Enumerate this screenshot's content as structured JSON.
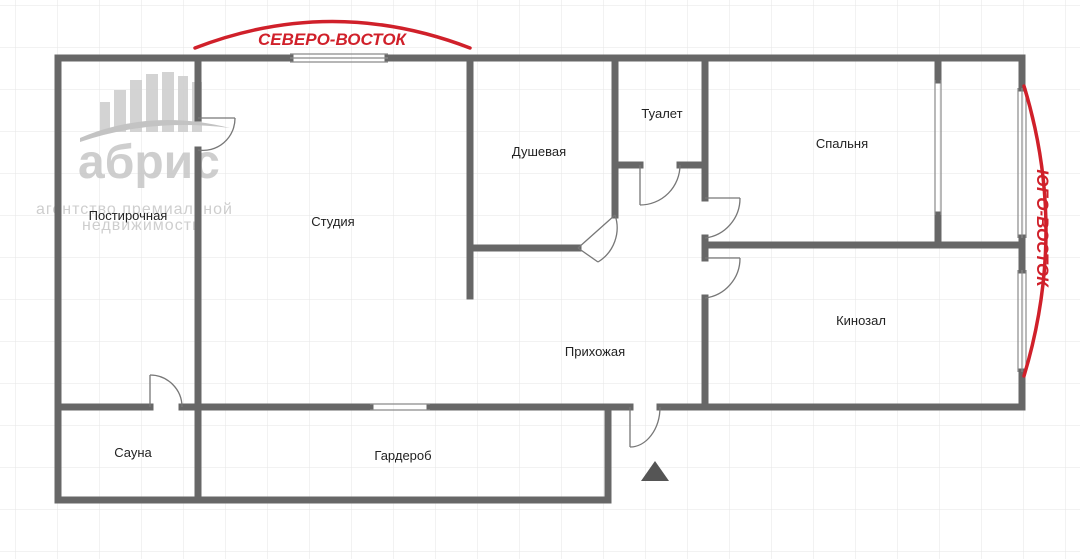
{
  "colors": {
    "wall": "#676767",
    "grid": "#e6e6e6",
    "direction": "#d0202a",
    "door": "#777777",
    "watermark": "#c9c9c9",
    "entrance": "#555555"
  },
  "directions": {
    "north_east": "СЕВЕРО-ВОСТОК",
    "south_east": "ЮГО-ВОСТОК"
  },
  "watermark": {
    "name": "абрис",
    "tagline_1": "агентство премиальной",
    "tagline_2": "недвижимости"
  },
  "rooms": {
    "laundry": "Постирочная",
    "studio": "Студия",
    "shower": "Душевая",
    "toilet": "Туалет",
    "bedroom": "Спальня",
    "cinema": "Кинозал",
    "hallway": "Прихожая",
    "sauna": "Сауна",
    "wardrobe": "Гардероб"
  },
  "icons": {
    "entrance": "entrance-triangle-icon",
    "logo": "buildings-logo-icon"
  }
}
